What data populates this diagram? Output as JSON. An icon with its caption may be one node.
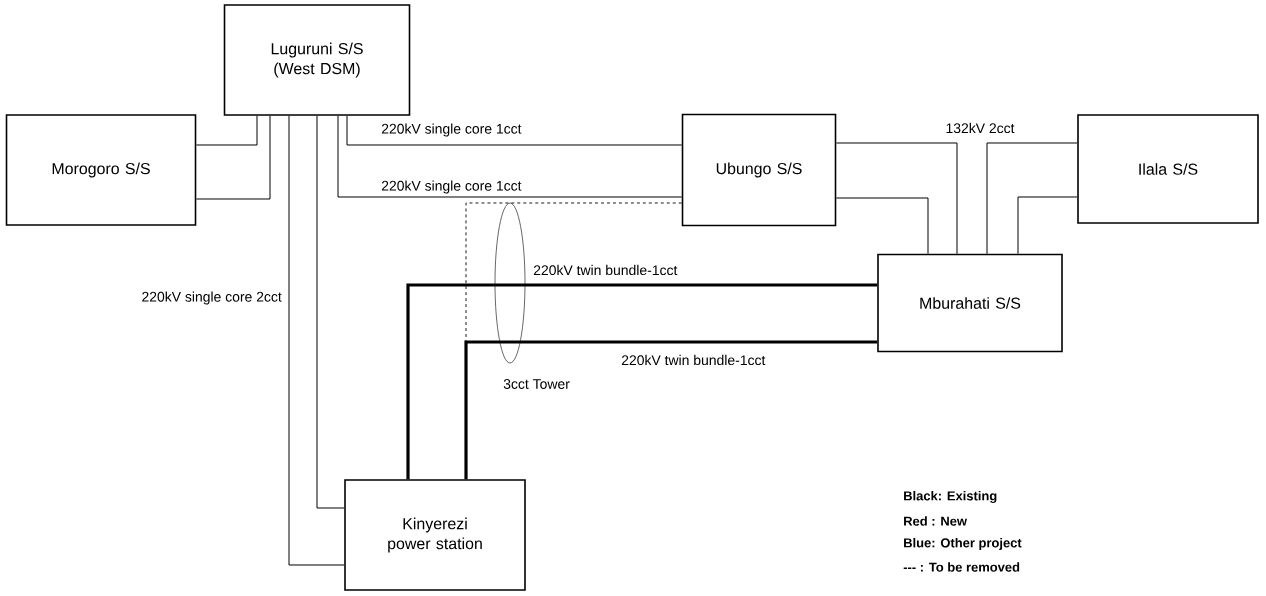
{
  "diagram": {
    "nodes": [
      {
        "text": [
          "Luguruni S/S (West DSM)"
        ]
      },
      {
        "text": [
          "Morogoro S/S"
        ]
      },
      {
        "text": [
          "Ubungo S/S"
        ]
      },
      {
        "text": [
          "Ilala S/S"
        ]
      },
      {
        "text": [
          "Mburahati S/S"
        ]
      },
      {
        "text": [
          "Kinyerezi power station"
        ]
      }
    ],
    "edges": [
      {
        "from": 1,
        "to": 0,
        "arrow": "none"
      },
      {
        "from": 1,
        "to": 0,
        "arrow": "none"
      },
      {
        "from": 0,
        "to": 5,
        "arrow": "none",
        "label": "220kV single core 2cct"
      },
      {
        "from": 0,
        "to": 5,
        "arrow": "none"
      },
      {
        "from": 0,
        "to": 2,
        "arrow": "none",
        "label": "220kV single core 1cct"
      },
      {
        "from": 0,
        "to": 2,
        "arrow": "none",
        "label": "220kV single core 1cct"
      },
      {
        "from": 2,
        "to": 5,
        "arrow": "none",
        "style": "dashed"
      },
      {
        "from": 2,
        "to": 4,
        "arrow": "none",
        "label": "132kV 2cct"
      },
      {
        "from": 2,
        "to": 4,
        "arrow": "none"
      },
      {
        "from": 3,
        "to": 4,
        "arrow": "none"
      },
      {
        "from": 3,
        "to": 4,
        "arrow": "none"
      },
      {
        "from": 4,
        "to": 5,
        "arrow": "none",
        "style": "thick",
        "label": "220kV twin bundle-1cct"
      },
      {
        "from": 4,
        "to": 5,
        "arrow": "none",
        "style": "thick",
        "label": "220kV twin bundle-1cct"
      }
    ],
    "labels": [
      "3cct Tower",
      "Black: Existing",
      "Red : New",
      "Blue: Other project",
      "--- : To be removed"
    ]
  }
}
